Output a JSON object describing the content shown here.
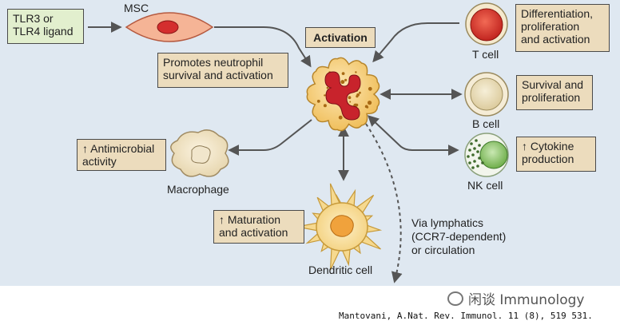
{
  "boxes": {
    "tlr_ligand": "TLR3 or\nTLR4 ligand",
    "activation": "Activation",
    "neutrophil_effect": "Promotes neutrophil\nsurvival and activation",
    "tcell_effect": "Differentiation,\nproliferation\nand activation",
    "bcell_effect": "Survival and\nproliferation",
    "nkcell_effect": "↑ Cytokine\nproduction",
    "macrophage_effect": "↑ Antimicrobial\nactivity",
    "dc_effect": "↑ Maturation\nand activation"
  },
  "labels": {
    "msc": "MSC",
    "tcell": "T cell",
    "bcell": "B cell",
    "nkcell": "NK cell",
    "macrophage": "Macrophage",
    "dendritic": "Dendritic cell",
    "migration": "Via lymphatics\n(CCR7-dependent)\nor circulation"
  },
  "footer": {
    "watermark": "闲谈 Immunology",
    "citation": "Mantovani, A.Nat. Rev. Immunol. 11 (8), 519 531."
  },
  "colors": {
    "panel_bg": "#dfe8f1",
    "note_box": "#ecdcbd",
    "input_box": "#e2efce",
    "arrow": "#555555",
    "neutrophil": "#f6d38a",
    "nucleus": "#c8232c",
    "tcell": "#d9342b",
    "bcell": "#e9dcb6",
    "nkcell": "#7fbf5a"
  }
}
